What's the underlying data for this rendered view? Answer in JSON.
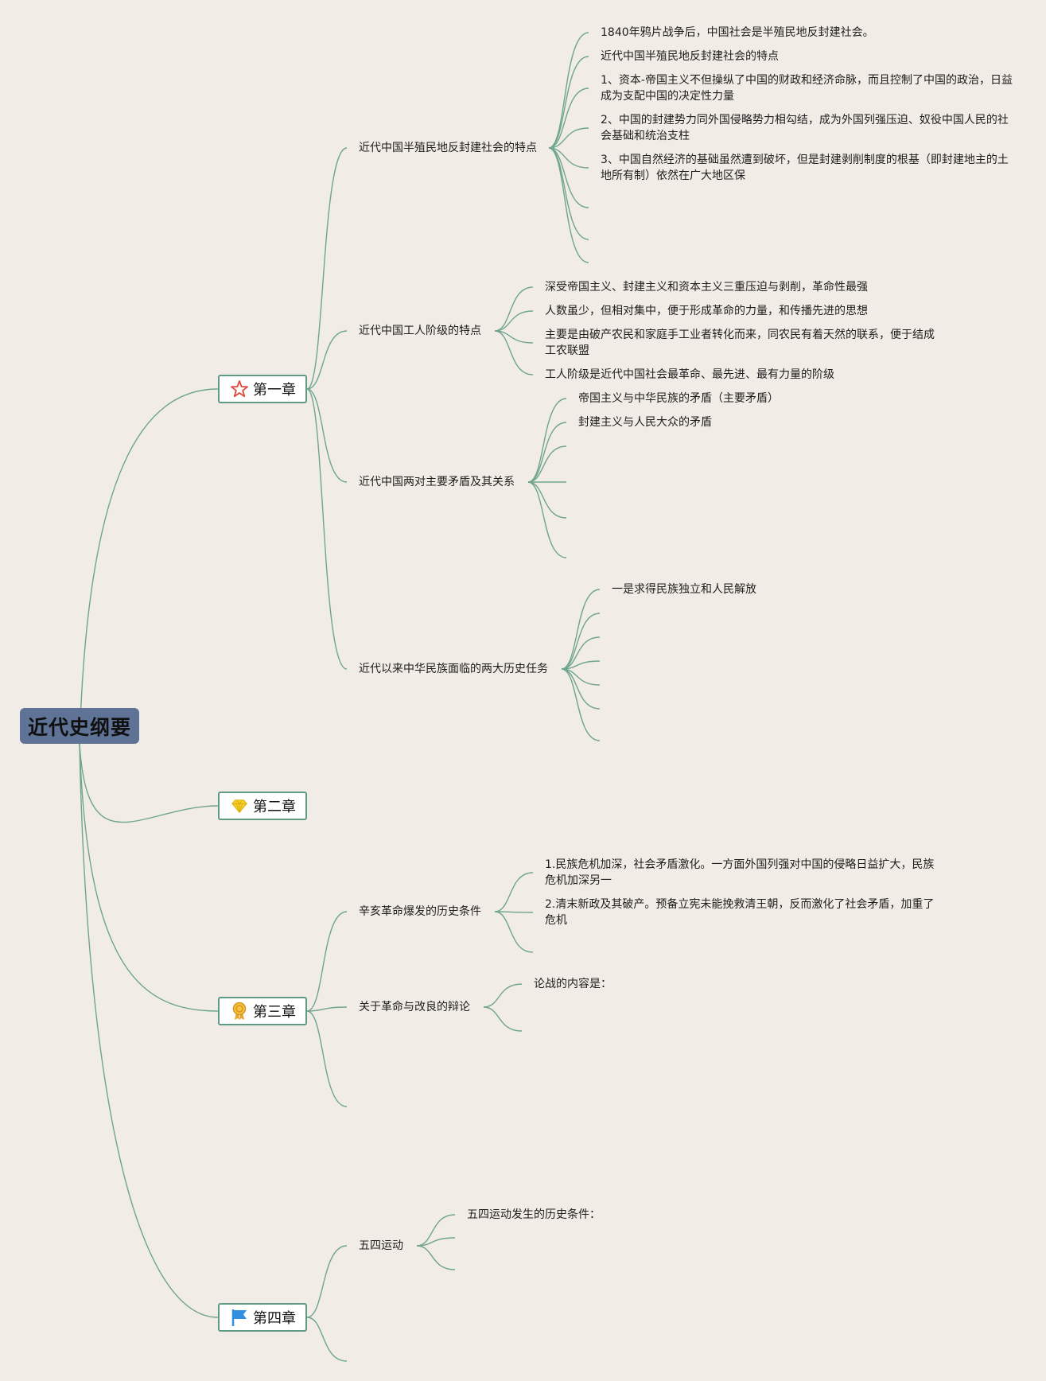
{
  "root": {
    "title": "近代史纲要"
  },
  "chapters": [
    {
      "label": "第一章",
      "icon": "red-star-icon",
      "topics": [
        {
          "label": "近代中国半殖民地反封建社会的特点",
          "items": [
            "1840年鸦片战争后，中国社会是半殖民地反封建社会。",
            "近代中国半殖民地反封建社会的特点",
            "1、资本-帝国主义不但操纵了中国的财政和经济命脉，而且控制了中国的政治，日益成为支配中国的决定性力量",
            "2、中国的封建势力同外国侵略势力相勾结，成为外国列强压迫、奴役中国人民的社会基础和统治支柱",
            "3、中国自然经济的基础虽然遭到破坏，但是封建剥削制度的根基（即封建地主的土地所有制）依然在广大地区保",
            "",
            "",
            ""
          ]
        },
        {
          "label": "近代中国工人阶级的特点",
          "items": [
            "深受帝国主义、封建主义和资本主义三重压迫与剥削，革命性最强",
            "人数虽少，但相对集中，便于形成革命的力量，和传播先进的思想",
            "主要是由破产农民和家庭手工业者转化而来，同农民有着天然的联系，便于结成工农联盟",
            "工人阶级是近代中国社会最革命、最先进、最有力量的阶级"
          ]
        },
        {
          "label": "近代中国两对主要矛盾及其关系",
          "items": [
            "帝国主义与中华民族的矛盾（主要矛盾）",
            "封建主义与人民大众的矛盾",
            "",
            "",
            "",
            ""
          ]
        },
        {
          "label": "近代以来中华民族面临的两大历史任务",
          "items": [
            "一是求得民族独立和人民解放",
            "",
            "",
            "",
            "",
            "",
            ""
          ]
        }
      ]
    },
    {
      "label": "第二章",
      "icon": "gem-icon",
      "topics": []
    },
    {
      "label": "第三章",
      "icon": "award-medal-icon",
      "topics": [
        {
          "label": "辛亥革命爆发的历史条件",
          "items": [
            "1.民族危机加深，社会矛盾激化。一方面外国列强对中国的侵略日益扩大，民族危机加深另一",
            "2.清末新政及其破产。预备立宪未能挽救清王朝，反而激化了社会矛盾，加重了危机",
            ""
          ]
        },
        {
          "label": "关于革命与改良的辩论",
          "items": [
            "论战的内容是：",
            ""
          ]
        },
        {
          "label": "",
          "items": []
        }
      ]
    },
    {
      "label": "第四章",
      "icon": "blue-flag-icon",
      "topics": [
        {
          "label": "五四运动",
          "items": [
            "五四运动发生的历史条件：",
            "",
            ""
          ]
        },
        {
          "label": "",
          "items": []
        }
      ]
    }
  ],
  "colors": {
    "background": "#f1ece6",
    "root_fill": "#5f7396",
    "connector": "#6fa58c",
    "chapter_border": "#5e9a84",
    "star": "#e0483b",
    "gem": "#f2cf2b",
    "medal": "#e8a42a",
    "flag": "#2f8fe0"
  }
}
